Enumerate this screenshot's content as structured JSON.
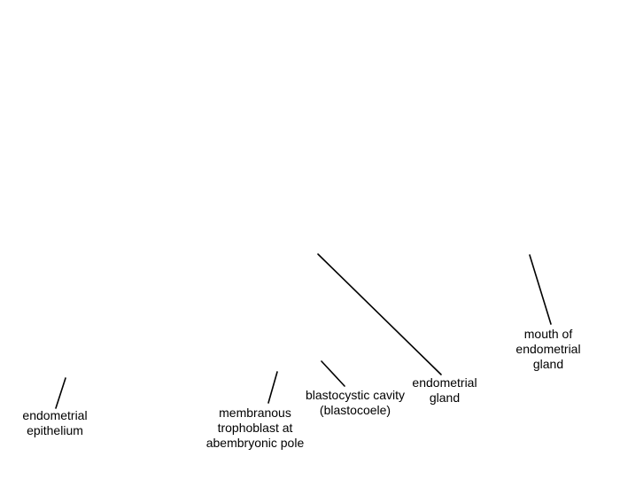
{
  "labels": {
    "endometrial_epithelium": [
      "endometrial",
      "epithelium"
    ],
    "membranous_trophoblast": [
      "membranous",
      "trophoblast at",
      "abembryonic pole"
    ],
    "blastocystic_cavity": [
      "blastocystic cavity",
      "(blastocoele)"
    ],
    "endometrial_gland": [
      "endometrial",
      "gland"
    ],
    "mouth_of_gland": [
      "mouth of",
      "endometrial",
      "gland"
    ]
  },
  "colors": {
    "line": "#000000",
    "text": "#000000",
    "background": "#ffffff"
  }
}
